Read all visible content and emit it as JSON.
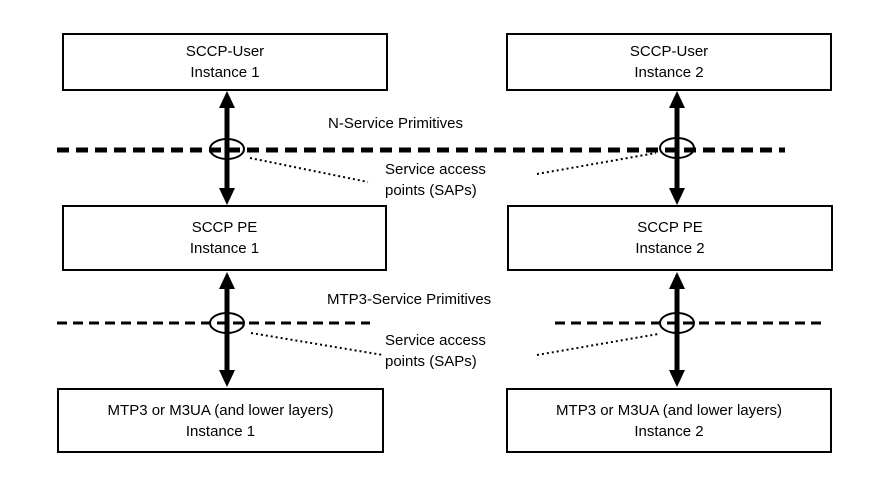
{
  "diagram": {
    "boxes": [
      {
        "line1": "SCCP-User",
        "line2": "Instance 1"
      },
      {
        "line1": "SCCP-User",
        "line2": "Instance 2"
      },
      {
        "line1": "SCCP PE",
        "line2": "Instance 1"
      },
      {
        "line1": "SCCP PE",
        "line2": "Instance 2"
      },
      {
        "line1": "MTP3 or M3UA (and lower layers)",
        "line2": "Instance 1"
      },
      {
        "line1": "MTP3 or M3UA (and lower layers)",
        "line2": "Instance 2"
      }
    ],
    "labels": {
      "n_service_primitives": "N-Service Primitives",
      "sap_upper_line1": "Service access",
      "sap_upper_line2": "points (SAPs)",
      "mtp3_service_primitives": "MTP3-Service Primitives",
      "sap_lower_line1": "Service access",
      "sap_lower_line2": "points (SAPs)"
    },
    "colors": {
      "line": "#000000",
      "background": "#ffffff",
      "box_fill": "#ffffff",
      "text": "#000000"
    }
  }
}
